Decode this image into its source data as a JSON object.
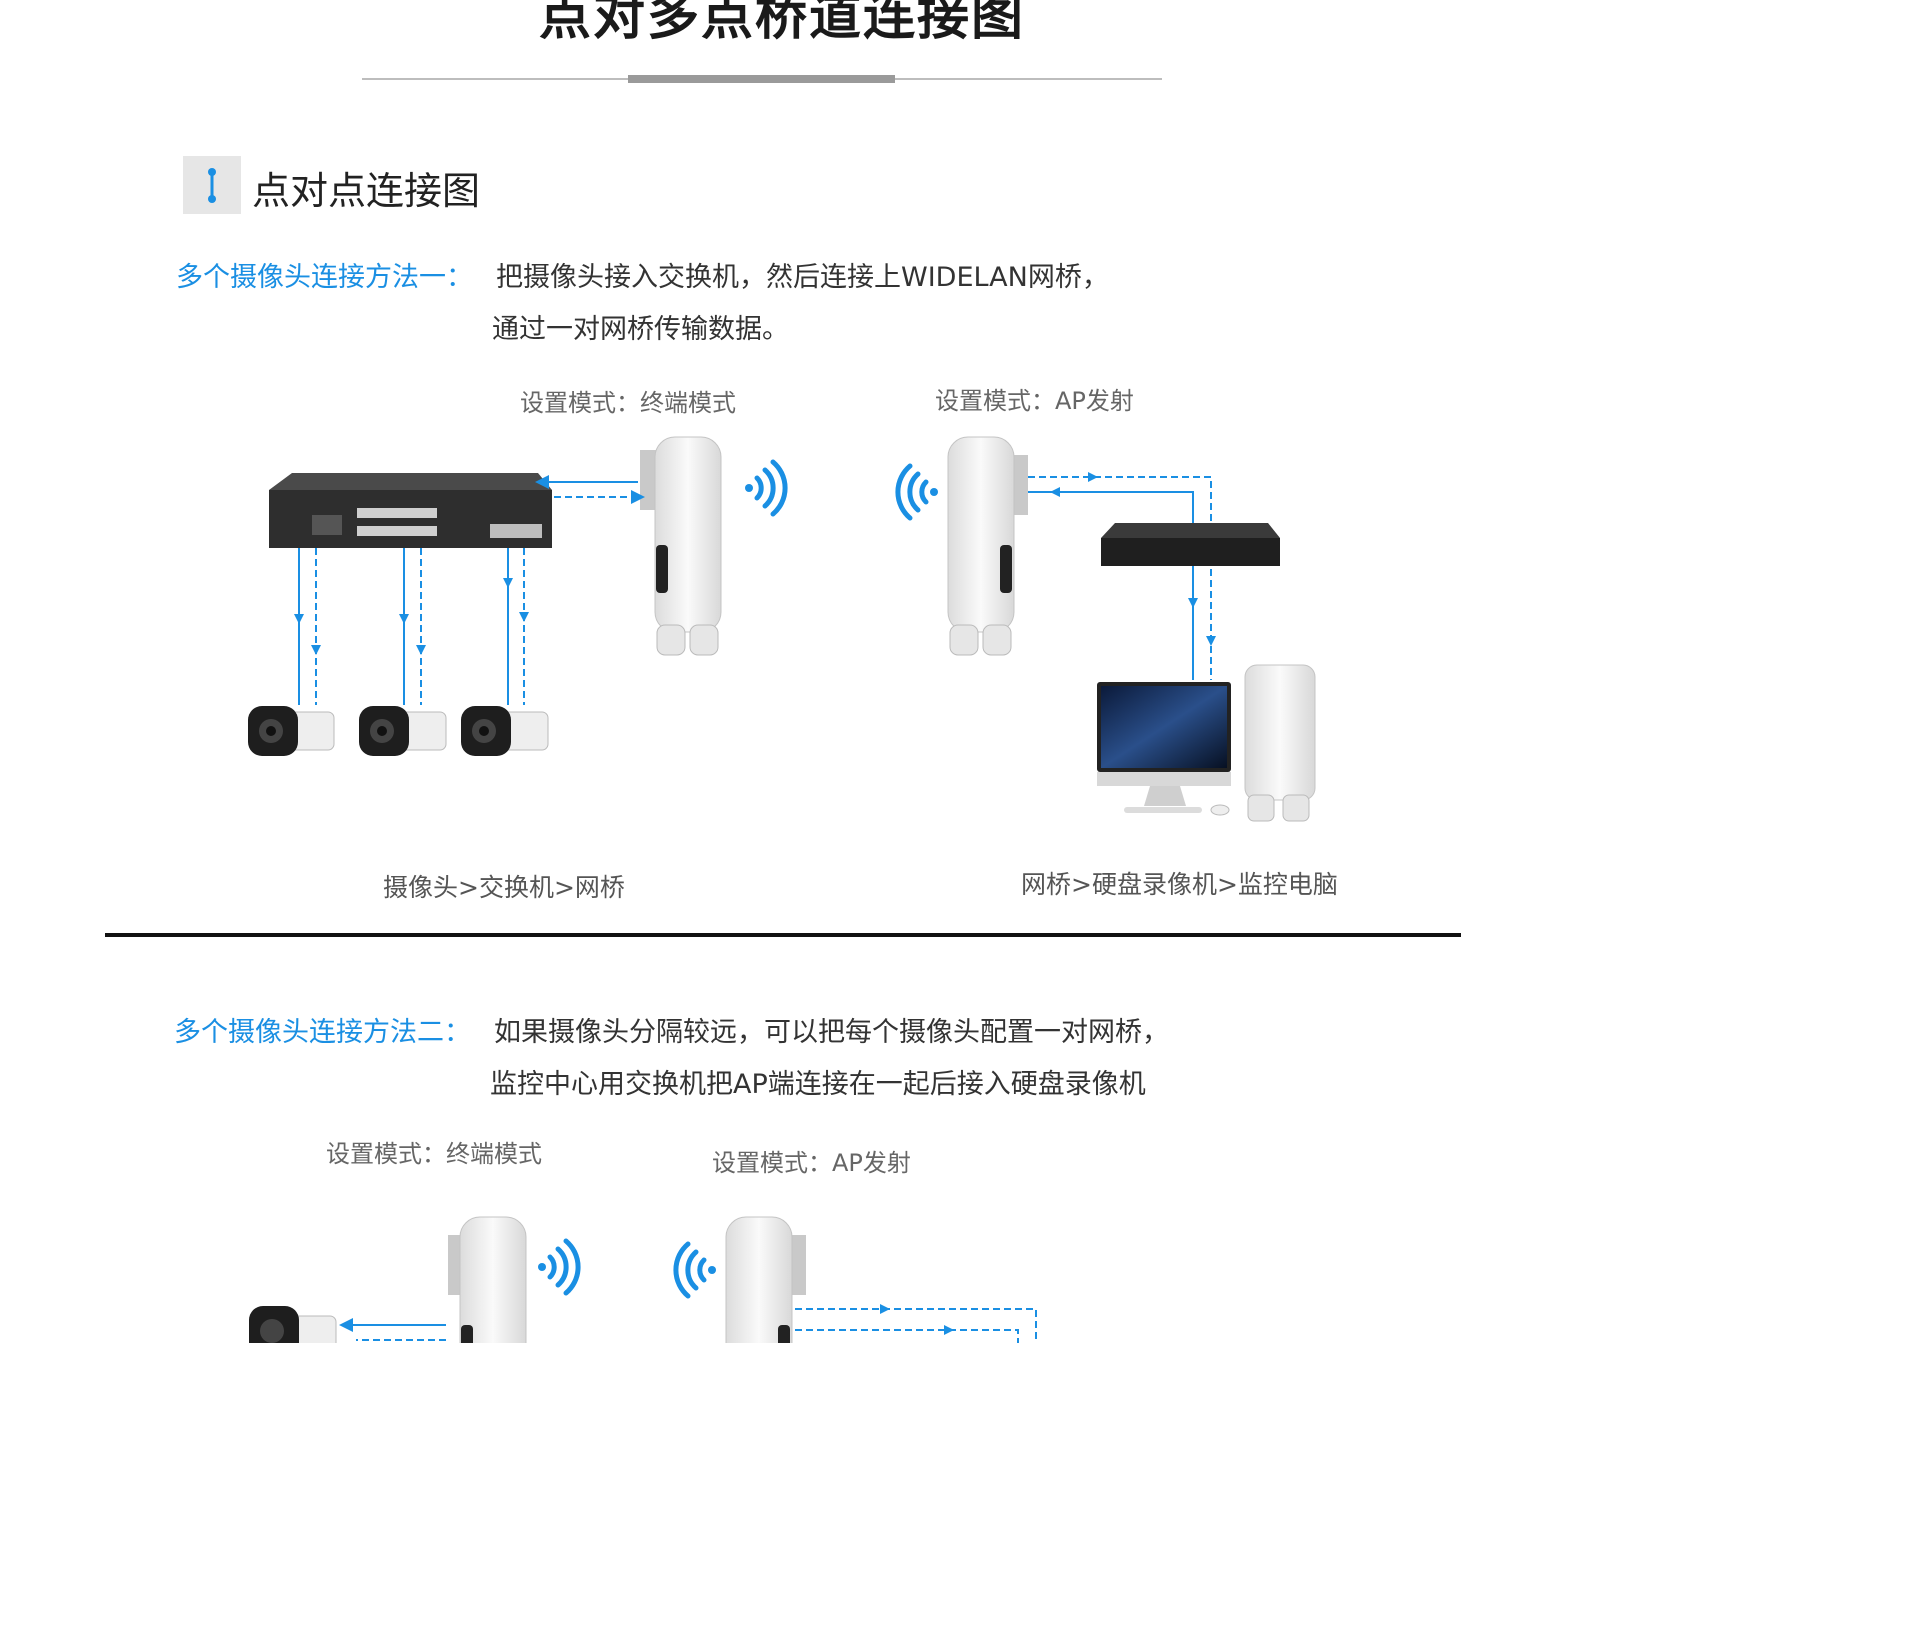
{
  "main_title": "点对多点桥道连接图",
  "section": {
    "title": "点对点连接图"
  },
  "method1": {
    "label": "多个摄像头连接方法一：",
    "line1": "把摄像头接入交换机，然后连接上WIDELAN网桥，",
    "line2": "通过一对网桥传输数据。",
    "left_mode": "设置模式：终端模式",
    "right_mode": "设置模式：AP发射",
    "left_caption": "摄像头>交换机>网桥",
    "right_caption": "网桥>硬盘录像机>监控电脑"
  },
  "method2": {
    "label": "多个摄像头连接方法二：",
    "line1": "如果摄像头分隔较远，可以把每个摄像头配置一对网桥，",
    "line2": "监控中心用交换机把AP端连接在一起后接入硬盘录像机",
    "left_mode": "设置模式：终端模式",
    "right_mode": "设置模式：AP发射"
  },
  "colors": {
    "accent": "#1a8fe3",
    "divider": "#111111"
  }
}
